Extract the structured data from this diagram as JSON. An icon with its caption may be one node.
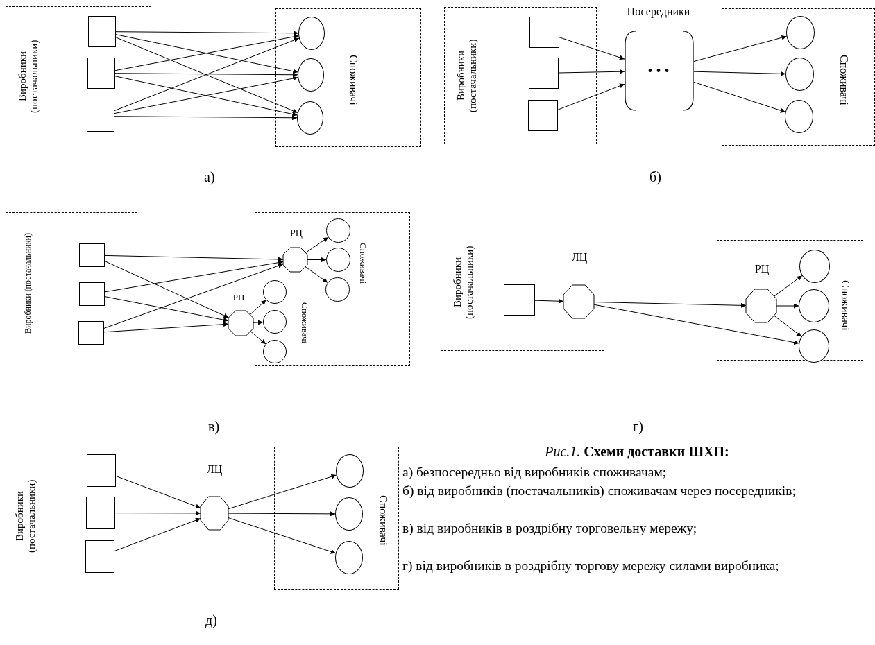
{
  "diagram": {
    "caption": "*Рис.1.* **Схеми доставки ШХП:**",
    "nodes": [
      {
        "text": [
          "Виробники (постачальники)"
        ]
      },
      {
        "text": [],
        "shape": "box",
        "in": 0
      },
      {
        "text": [],
        "shape": "box",
        "in": 0
      },
      {
        "text": [],
        "shape": "box",
        "in": 0
      },
      {
        "text": [
          "Споживачі"
        ]
      },
      {
        "text": [],
        "shape": "circle",
        "in": 4
      },
      {
        "text": [],
        "shape": "circle",
        "in": 4
      },
      {
        "text": [],
        "shape": "circle",
        "in": 4
      },
      {
        "text": [
          "Виробники (постачальники)"
        ]
      },
      {
        "text": [],
        "shape": "box",
        "in": 8
      },
      {
        "text": [],
        "shape": "box",
        "in": 8
      },
      {
        "text": [],
        "shape": "box",
        "in": 8
      },
      {
        "text": [
          "Посередники",
          "• • •"
        ]
      },
      {
        "text": [
          "Споживачі"
        ]
      },
      {
        "text": [],
        "shape": "circle",
        "in": 13
      },
      {
        "text": [],
        "shape": "circle",
        "in": 13
      },
      {
        "text": [],
        "shape": "circle",
        "in": 13
      },
      {
        "text": [
          "Виробники (постачальники)"
        ]
      },
      {
        "text": [],
        "shape": "box",
        "in": 17
      },
      {
        "text": [],
        "shape": "box",
        "in": 17
      },
      {
        "text": [],
        "shape": "box",
        "in": 17
      },
      {
        "text": [
          "Споживачі",
          "Споживачі"
        ]
      },
      {
        "text": [],
        "shape": "octagon",
        "in": 21,
        "beside": [
          "РЦ"
        ]
      },
      {
        "text": [],
        "shape": "circle",
        "in": 21
      },
      {
        "text": [],
        "shape": "circle",
        "in": 21
      },
      {
        "text": [],
        "shape": "circle",
        "in": 21
      },
      {
        "text": [],
        "shape": "octagon",
        "beside": [
          "РЦ"
        ]
      },
      {
        "text": [],
        "shape": "circle",
        "in": 21
      },
      {
        "text": [],
        "shape": "circle",
        "in": 21
      },
      {
        "text": [],
        "shape": "circle",
        "in": 21
      },
      {
        "text": [
          "Виробники (постачальники)"
        ]
      },
      {
        "text": [],
        "shape": "box",
        "in": 30
      },
      {
        "text": [],
        "shape": "octagon",
        "in": 30,
        "beside": [
          "ЛЦ"
        ]
      },
      {
        "text": [
          "Споживачі"
        ]
      },
      {
        "text": [],
        "shape": "octagon",
        "in": 33,
        "beside": [
          "РЦ"
        ]
      },
      {
        "text": [],
        "shape": "circle",
        "in": 33
      },
      {
        "text": [],
        "shape": "circle",
        "in": 33
      },
      {
        "text": [],
        "shape": "circle",
        "in": 33
      },
      {
        "text": [
          "Виробники (постачальники)"
        ]
      },
      {
        "text": [],
        "shape": "box",
        "in": 38
      },
      {
        "text": [],
        "shape": "box",
        "in": 38
      },
      {
        "text": [],
        "shape": "box",
        "in": 38
      },
      {
        "text": [],
        "shape": "octagon",
        "beside": [
          "ЛЦ"
        ]
      },
      {
        "text": [
          "Споживачі"
        ]
      },
      {
        "text": [],
        "shape": "circle",
        "in": 43
      },
      {
        "text": [],
        "shape": "circle",
        "in": 43
      },
      {
        "text": [],
        "shape": "circle",
        "in": 43
      }
    ],
    "edges": [
      {
        "from": 1,
        "to": 5,
        "arrow": "to"
      },
      {
        "from": 1,
        "to": 6,
        "arrow": "to"
      },
      {
        "from": 1,
        "to": 7,
        "arrow": "to"
      },
      {
        "from": 2,
        "to": 5,
        "arrow": "to"
      },
      {
        "from": 2,
        "to": 6,
        "arrow": "to"
      },
      {
        "from": 2,
        "to": 7,
        "arrow": "to"
      },
      {
        "from": 3,
        "to": 5,
        "arrow": "to"
      },
      {
        "from": 3,
        "to": 6,
        "arrow": "to"
      },
      {
        "from": 3,
        "to": 7,
        "arrow": "to"
      },
      {
        "from": 9,
        "to": 12,
        "arrow": "to"
      },
      {
        "from": 10,
        "to": 12,
        "arrow": "to"
      },
      {
        "from": 11,
        "to": 12,
        "arrow": "to"
      },
      {
        "from": 12,
        "to": 14,
        "arrow": "to"
      },
      {
        "from": 12,
        "to": 15,
        "arrow": "to"
      },
      {
        "from": 12,
        "to": 16,
        "arrow": "to"
      },
      {
        "from": 18,
        "to": 22,
        "arrow": "to"
      },
      {
        "from": 18,
        "to": 26,
        "arrow": "to"
      },
      {
        "from": 19,
        "to": 22,
        "arrow": "to"
      },
      {
        "from": 19,
        "to": 26,
        "arrow": "to"
      },
      {
        "from": 20,
        "to": 22,
        "arrow": "to"
      },
      {
        "from": 20,
        "to": 26,
        "arrow": "to"
      },
      {
        "from": 22,
        "to": 23,
        "arrow": "to"
      },
      {
        "from": 22,
        "to": 24,
        "arrow": "to"
      },
      {
        "from": 22,
        "to": 25,
        "arrow": "to"
      },
      {
        "from": 26,
        "to": 27,
        "arrow": "to"
      },
      {
        "from": 26,
        "to": 28,
        "arrow": "to"
      },
      {
        "from": 26,
        "to": 29,
        "arrow": "to"
      },
      {
        "from": 31,
        "to": 32,
        "arrow": "to"
      },
      {
        "from": 32,
        "to": 34,
        "arrow": "to"
      },
      {
        "from": 32,
        "to": 37,
        "arrow": "to"
      },
      {
        "from": 34,
        "to": 35,
        "arrow": "to"
      },
      {
        "from": 34,
        "to": 36,
        "arrow": "to"
      },
      {
        "from": 34,
        "to": 37,
        "arrow": "to"
      },
      {
        "from": 39,
        "to": 42,
        "arrow": "to"
      },
      {
        "from": 40,
        "to": 42,
        "arrow": "to"
      },
      {
        "from": 41,
        "to": 42,
        "arrow": "to"
      },
      {
        "from": 42,
        "to": 44,
        "arrow": "to"
      },
      {
        "from": 42,
        "to": 45,
        "arrow": "to"
      },
      {
        "from": 42,
        "to": 46,
        "arrow": "to"
      }
    ],
    "labels": [
      "а)",
      "б)",
      "в)",
      "г)",
      "д)",
      "а) безпосередньо від виробників споживачам;",
      "б) від виробників (постачальників) споживачам через посередників;",
      "в) від виробників в роздрібну торговельну мережу;",
      "г) від виробників в роздрібну торгову мережу силами виробника;"
    ]
  }
}
